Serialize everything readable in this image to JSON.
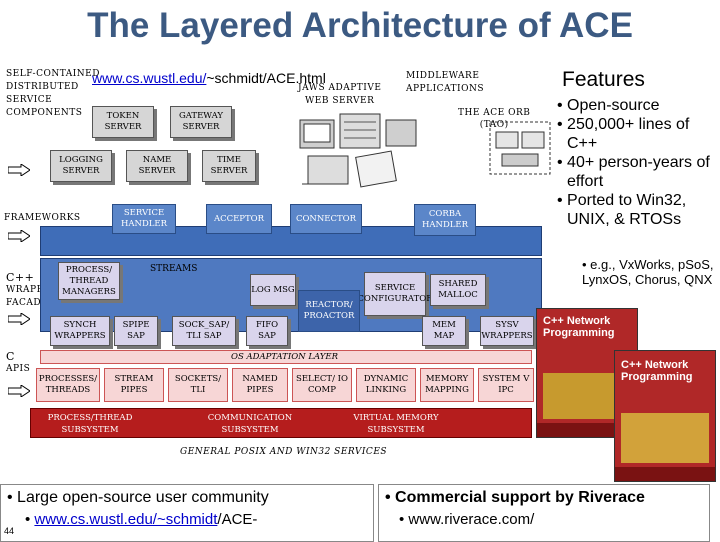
{
  "title": "The Layered Architecture of ACE",
  "url_top": {
    "link": "www.cs.wustl.edu/",
    "rest": "~schmidt/ACE.html"
  },
  "left_labels": {
    "components": [
      "Self-contained",
      "distributed",
      "service",
      "components"
    ],
    "frameworks": "Frameworks",
    "wrapper": [
      "C++",
      "wrapper",
      "facades"
    ],
    "capis": [
      "C",
      "APIs"
    ]
  },
  "jaws": [
    "JAWS adaptive",
    "web server"
  ],
  "middleware": [
    "Middleware",
    "applications"
  ],
  "ace_orb": [
    "The ACE ORB",
    "(TAO)"
  ],
  "components": [
    "Token server",
    "Gateway server",
    "Logging server",
    "Name server",
    "Time server"
  ],
  "framework_boxes": [
    "Service handler",
    "Acceptor",
    "Connector",
    "CORBA handler"
  ],
  "streams": "Streams",
  "wrapper_top": [
    "Process/ thread managers",
    "Log msg",
    "Service configurator",
    "Shared malloc"
  ],
  "reactor": "Reactor/ Proactor",
  "wrapper_bottom": [
    "Synch wrappers",
    "SPIPE SAP",
    "SOCK_SAP/ TLI SAP",
    "FIFO SAP",
    "Mem map",
    "SYSV wrappers"
  ],
  "os_layer": "OS adaptation layer",
  "capi_boxes": [
    "Processes/ threads",
    "Stream pipes",
    "Sockets/ TLI",
    "Named pipes",
    "select/ IO comp",
    "Dynamic linking",
    "Memory mapping",
    "System V IPC"
  ],
  "subsystems": [
    "Process/thread subsystem",
    "Communication subsystem",
    "Virtual memory subsystem"
  ],
  "posix": "General POSIX and Win32 services",
  "features": {
    "title": "Features",
    "bullets": [
      "• Open-source",
      "• 250,000+ lines of C++",
      "• 40+ person-years of effort",
      "• Ported to Win32, UNIX, & RTOSs"
    ],
    "sub": "• e.g., VxWorks, pSoS, LynxOS, Chorus, QNX"
  },
  "books": [
    {
      "title": "C++ Network Programming"
    },
    {
      "title": "C++ Network Programming"
    }
  ],
  "bottom_left": {
    "main": "• Large open-source user community",
    "sub_bullet": "• ",
    "sub_link": "www.cs.wustl.edu/~schmidt",
    "sub_rest": "/ACE-"
  },
  "bottom_right": {
    "main": "• Commercial support by Riverace",
    "sub": "• www.riverace.com/"
  },
  "page_number": "44",
  "colors": {
    "title": "#3c5a82",
    "blue": "#5b86c9",
    "red": "#b51d1d",
    "pink": "#f7d6d6",
    "lavender": "#d9d4ec"
  }
}
